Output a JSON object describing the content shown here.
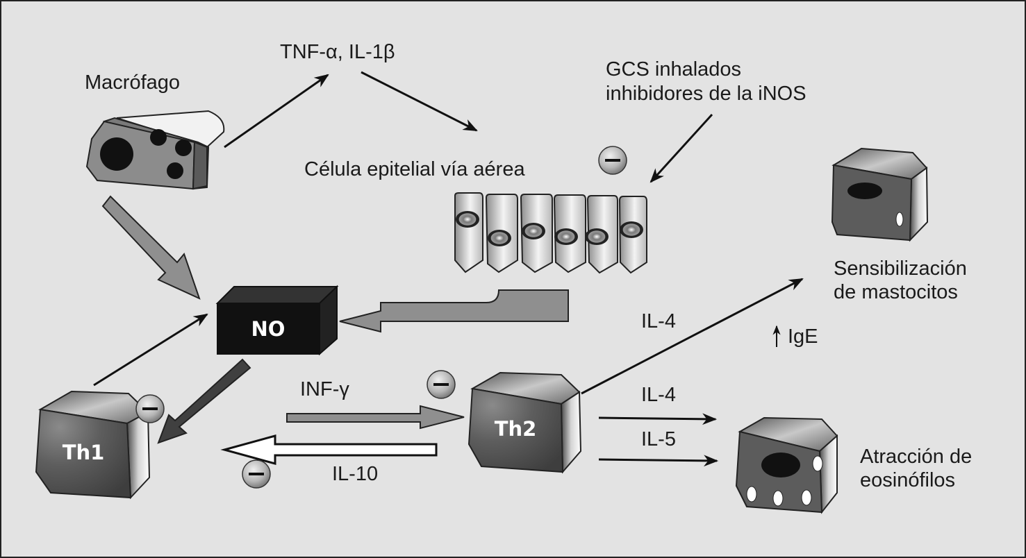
{
  "labels": {
    "macrofago": "Macrófago",
    "tnf": "TNF-α, IL-1β",
    "gcs_line1": "GCS inhalados",
    "gcs_line2": "inhibidores de la iNOS",
    "celula_epitelial": "Célula epitelial vía aérea",
    "no": "NO",
    "th1": "Th1",
    "th2": "Th2",
    "inf": "INF-γ",
    "il10": "IL-10",
    "il4_top": "IL-4",
    "il4_mid": "IL-4",
    "il5": "IL-5",
    "ige": "IgE",
    "ige_arrow": "↑",
    "sens_line1": "Sensibilización",
    "sens_line2": "de mastocitos",
    "atrac_line1": "Atracción de",
    "atrac_line2": "eosinófilos",
    "minus": "−"
  },
  "colors": {
    "background": "#e3e3e3",
    "cell_dark": "#5c5c5c",
    "no_box": "#111111",
    "gray_arrow": "#8f8f8f",
    "dark_arrow": "#404040"
  }
}
